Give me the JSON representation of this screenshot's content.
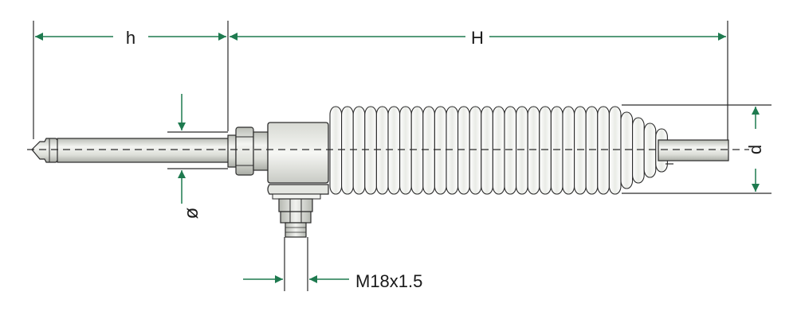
{
  "dimensions": {
    "h": "h",
    "H": "H",
    "d": "d",
    "diameter": "ø",
    "thread": "M18x1.5"
  },
  "colors": {
    "arrow": "#1e7a4f",
    "line": "#2a2a2a",
    "metal_light": "#eef0ec",
    "metal_mid": "#c9ccc6"
  }
}
